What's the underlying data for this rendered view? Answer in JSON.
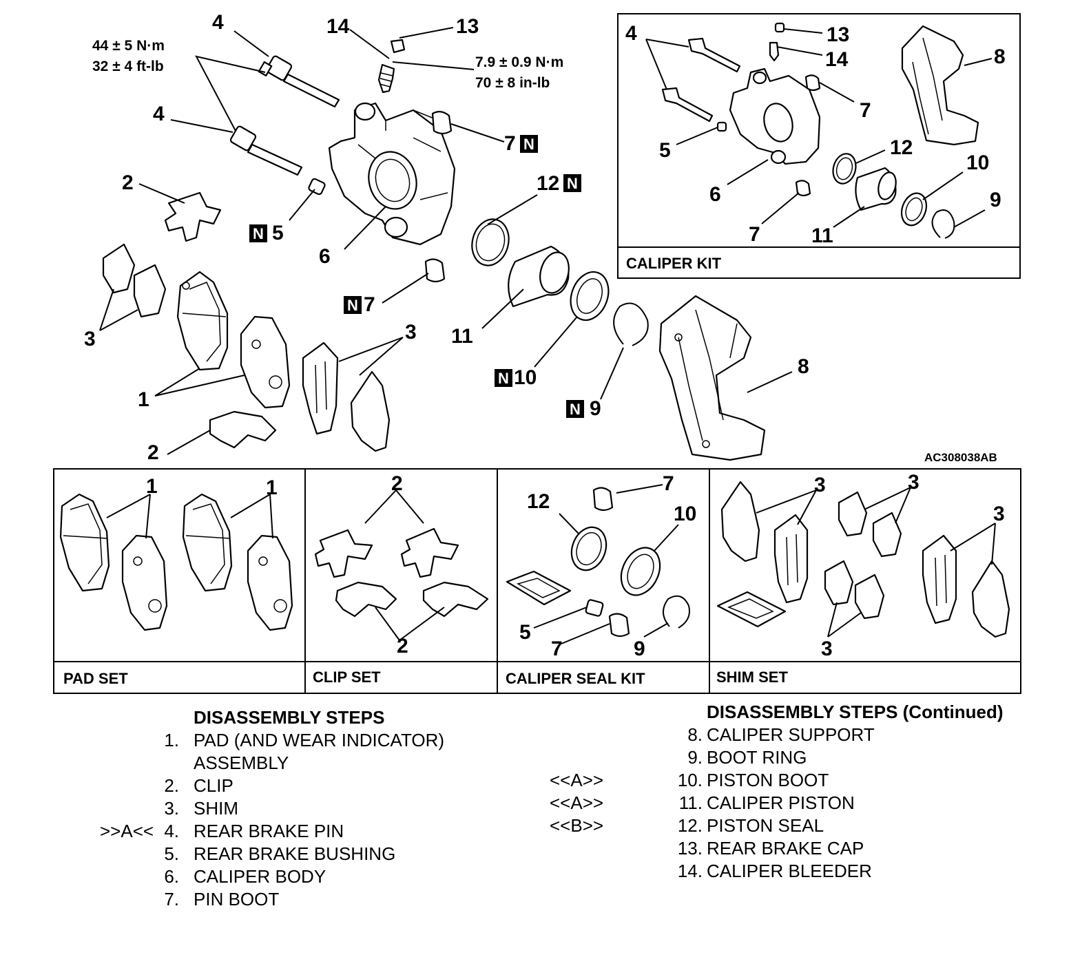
{
  "figure_code": "AC308038AB",
  "torque_pin": {
    "nm": "44 ± 5 N·m",
    "ftlb": "32 ± 4 ft-lb"
  },
  "torque_bleeder": {
    "nm": "7.9 ± 0.9 N·m",
    "inlb": "70 ± 8 in-lb"
  },
  "new_part_mark": "N",
  "callouts": {
    "c1": "1",
    "c2": "2",
    "c3": "3",
    "c4": "4",
    "c5": "5",
    "c6": "6",
    "c7": "7",
    "c8": "8",
    "c9": "9",
    "c10": "10",
    "c11": "11",
    "c12": "12",
    "c13": "13",
    "c14": "14"
  },
  "kits": {
    "caliper_kit": "CALIPER KIT",
    "pad_set": "PAD SET",
    "clip_set": "CLIP SET",
    "caliper_seal_kit": "CALIPER SEAL KIT",
    "shim_set": "SHIM SET"
  },
  "steps_left": {
    "title": "DISASSEMBLY STEPS",
    "items": [
      {
        "mark": "",
        "num": "1.",
        "text": "PAD (AND WEAR INDICATOR)"
      },
      {
        "mark": "",
        "num": "",
        "text": "ASSEMBLY"
      },
      {
        "mark": "",
        "num": "2.",
        "text": "CLIP"
      },
      {
        "mark": "",
        "num": "3.",
        "text": "SHIM"
      },
      {
        "mark": ">>A<<",
        "num": "4.",
        "text": "REAR BRAKE PIN"
      },
      {
        "mark": "",
        "num": "5.",
        "text": "REAR BRAKE BUSHING"
      },
      {
        "mark": "",
        "num": "6.",
        "text": "CALIPER BODY"
      },
      {
        "mark": "",
        "num": "7.",
        "text": "PIN BOOT"
      }
    ]
  },
  "steps_right": {
    "title": "DISASSEMBLY STEPS (Continued)",
    "items": [
      {
        "mark": "",
        "num": "8.",
        "text": "CALIPER SUPPORT"
      },
      {
        "mark": "",
        "num": "9.",
        "text": "BOOT RING"
      },
      {
        "mark": "<<A>>",
        "num": "10.",
        "text": "PISTON BOOT"
      },
      {
        "mark": "<<A>>",
        "num": "11.",
        "text": "CALIPER PISTON"
      },
      {
        "mark": "<<B>>",
        "num": "12.",
        "text": "PISTON SEAL"
      },
      {
        "mark": "",
        "num": "13.",
        "text": "REAR BRAKE CAP"
      },
      {
        "mark": "",
        "num": "14.",
        "text": "CALIPER BLEEDER"
      }
    ]
  }
}
